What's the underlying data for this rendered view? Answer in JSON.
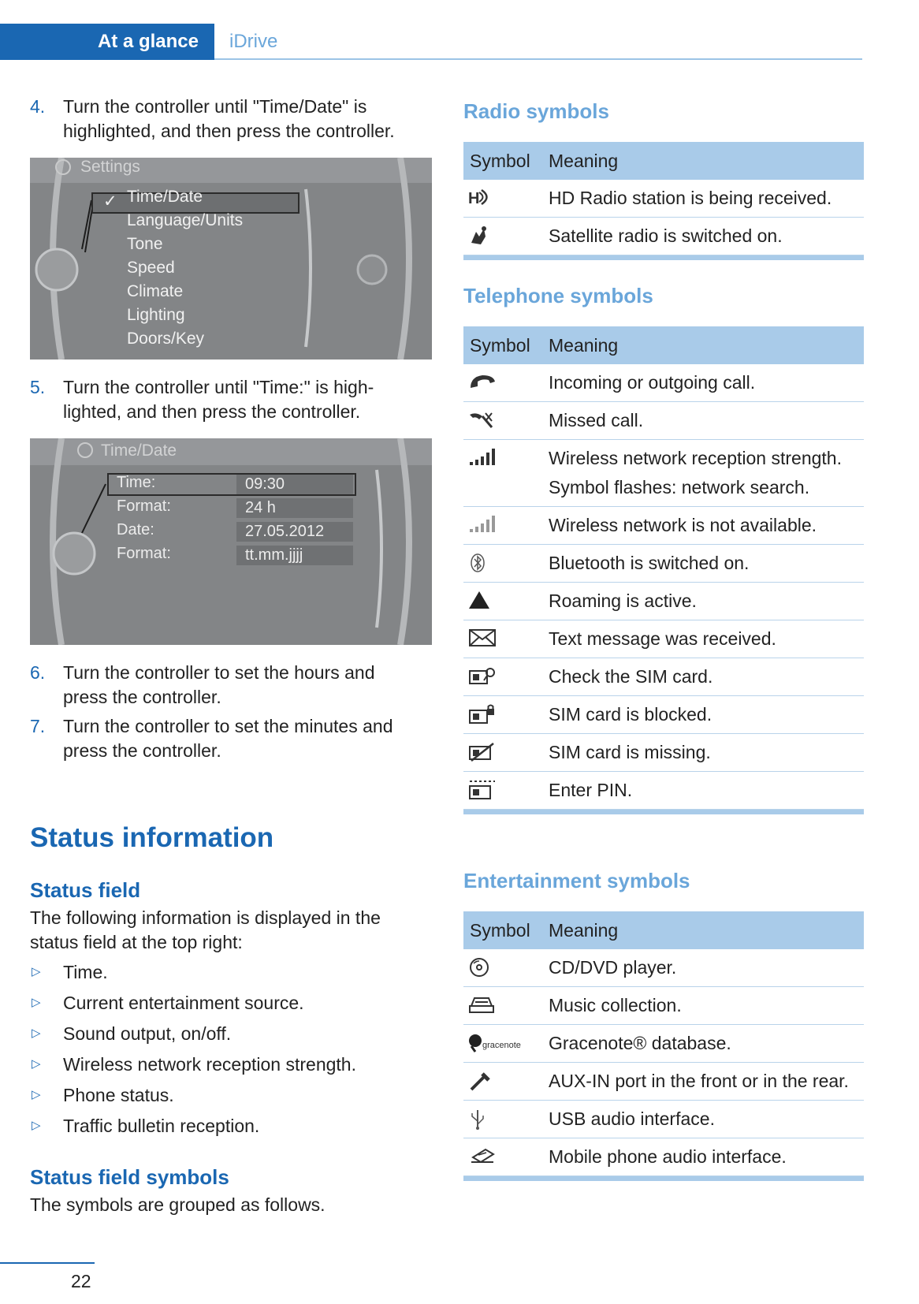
{
  "header": {
    "section": "At a glance",
    "subsection": "iDrive"
  },
  "steps_top": [
    {
      "num": "4.",
      "text": "Turn the controller until \"Time/Date\" is highlighted, and then press the controller."
    },
    {
      "num": "5.",
      "text": "Turn the controller until \"Time:\" is high-lighted, and then press the controller."
    }
  ],
  "screen_settings": {
    "title": "Settings",
    "items": [
      "Time/Date",
      "Language/Units",
      "Tone",
      "Speed",
      "Climate",
      "Lighting",
      "Doors/Key"
    ]
  },
  "screen_timedate": {
    "title": "Time/Date",
    "rows": [
      {
        "label": "Time:",
        "value": "09:30"
      },
      {
        "label": "Format:",
        "value": "24 h"
      },
      {
        "label": "Date:",
        "value": "27.05.2012"
      },
      {
        "label": "Format:",
        "value": "tt.mm.jjjj"
      }
    ]
  },
  "steps_bottom": [
    {
      "num": "6.",
      "text": "Turn the controller to set the hours and press the controller."
    },
    {
      "num": "7.",
      "text": "Turn the controller to set the minutes and press the controller."
    }
  ],
  "status_information": {
    "heading": "Status information",
    "field_heading": "Status field",
    "field_intro": "The following information is displayed in the status field at the top right:",
    "bullet_mark": "▷",
    "bullets": [
      "Time.",
      "Current entertainment source.",
      "Sound output, on/off.",
      "Wireless network reception strength.",
      "Phone status.",
      "Traffic bulletin reception."
    ],
    "symbols_heading": "Status field symbols",
    "symbols_intro": "The symbols are grouped as follows."
  },
  "tables": {
    "col_symbol": "Symbol",
    "col_meaning": "Meaning",
    "radio": {
      "heading": "Radio symbols",
      "rows": [
        {
          "icon": "hd-radio-icon",
          "meaning": "HD Radio station is being received."
        },
        {
          "icon": "satellite-radio-icon",
          "meaning": "Satellite radio is switched on."
        }
      ]
    },
    "telephone": {
      "heading": "Telephone symbols",
      "rows": [
        {
          "icon": "phone-handset-icon",
          "meaning": "Incoming or outgoing call."
        },
        {
          "icon": "missed-call-icon",
          "meaning": "Missed call."
        },
        {
          "icon": "signal-strength-icon",
          "meaning": "Wireless network reception strength.",
          "note": "Symbol flashes: network search."
        },
        {
          "icon": "signal-unavailable-icon",
          "meaning": "Wireless network is not available."
        },
        {
          "icon": "bluetooth-icon",
          "meaning": "Bluetooth is switched on."
        },
        {
          "icon": "roaming-icon",
          "meaning": "Roaming is active."
        },
        {
          "icon": "envelope-icon",
          "meaning": "Text message was received."
        },
        {
          "icon": "sim-check-icon",
          "meaning": "Check the SIM card."
        },
        {
          "icon": "sim-blocked-icon",
          "meaning": "SIM card is blocked."
        },
        {
          "icon": "sim-missing-icon",
          "meaning": "SIM card is missing."
        },
        {
          "icon": "enter-pin-icon",
          "meaning": "Enter PIN."
        }
      ]
    },
    "entertainment": {
      "heading": "Entertainment symbols",
      "rows": [
        {
          "icon": "cd-dvd-icon",
          "meaning": "CD/DVD player."
        },
        {
          "icon": "music-collection-icon",
          "meaning": "Music collection."
        },
        {
          "icon": "gracenote-icon",
          "icon_text": "gracenote",
          "meaning": "Gracenote® database."
        },
        {
          "icon": "aux-in-icon",
          "meaning": "AUX-IN port in the front or in the rear."
        },
        {
          "icon": "usb-icon",
          "meaning": "USB audio interface."
        },
        {
          "icon": "mobile-phone-audio-icon",
          "meaning": "Mobile phone audio interface."
        }
      ]
    }
  },
  "footer": {
    "page_number": "22"
  },
  "colors": {
    "brand_blue": "#1a67b2",
    "light_blue": "#6aa6da",
    "table_header": "#a9cbe9"
  }
}
